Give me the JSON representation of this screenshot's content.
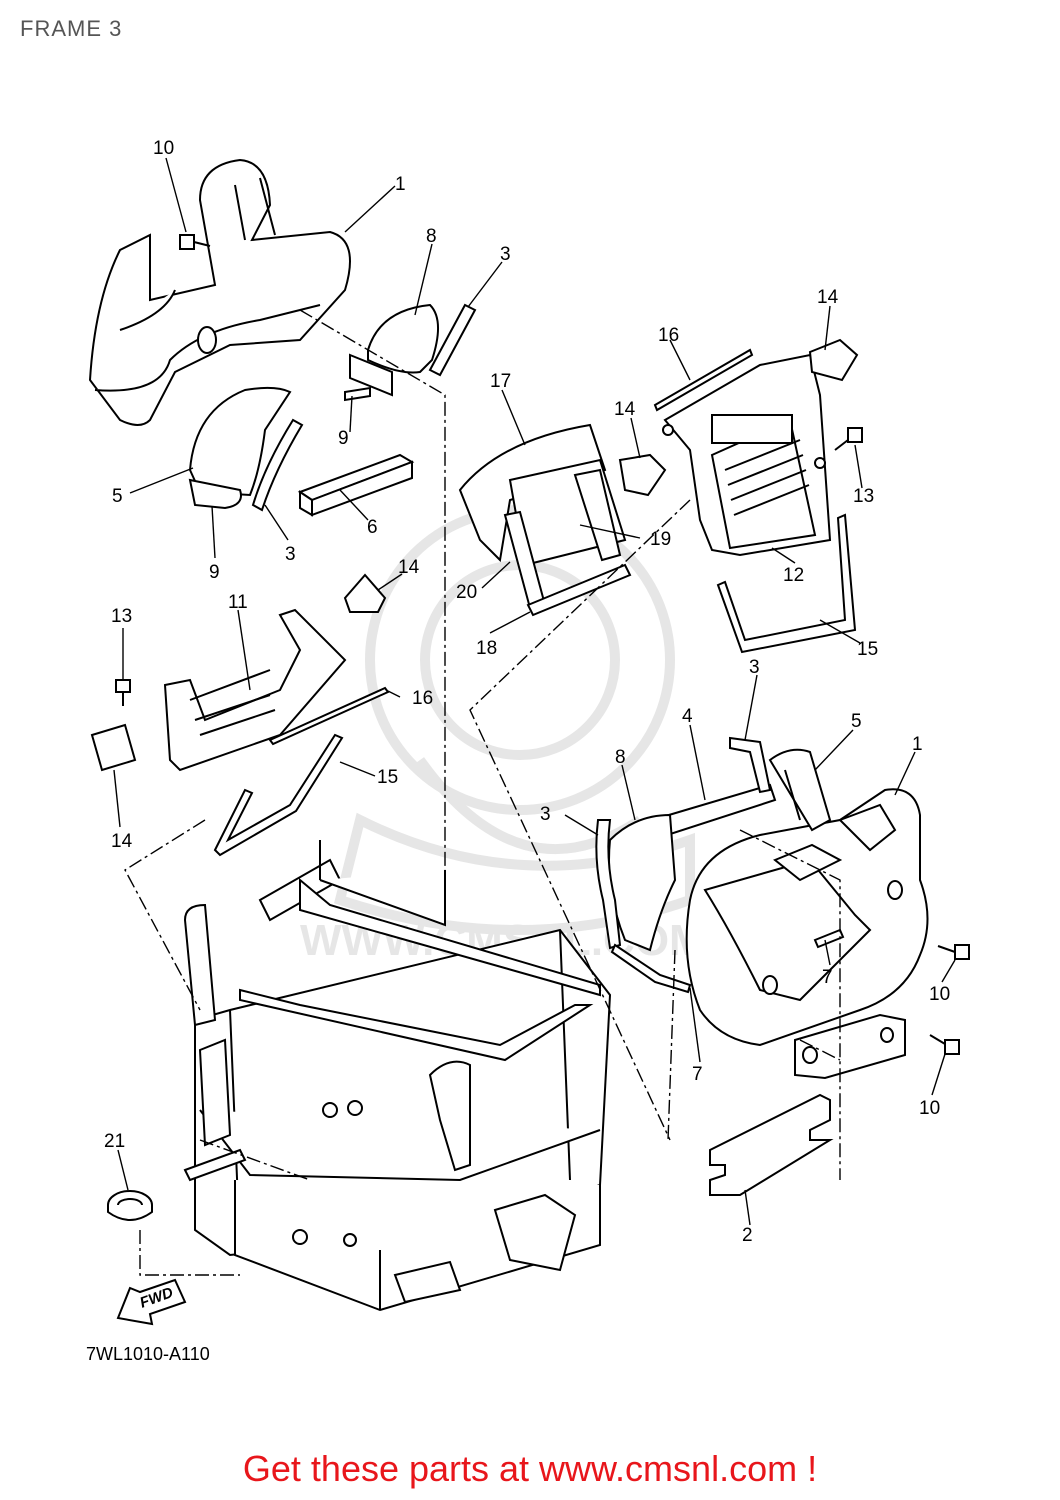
{
  "page": {
    "title": "FRAME 3",
    "drawing_code": "7WL1010-A110",
    "banner": "Get these parts at www.cmsnl.com !",
    "fwd_label": "FWD"
  },
  "watermark": {
    "text": "WWW.CMSNL.COM",
    "logo": "cms"
  },
  "callouts": {
    "c1a": "1",
    "c1b": "1",
    "c2": "2",
    "c3a": "3",
    "c3b": "3",
    "c3c": "3",
    "c3d": "3",
    "c4": "4",
    "c5a": "5",
    "c5b": "5",
    "c6": "6",
    "c7a": "7",
    "c7b": "7",
    "c8a": "8",
    "c8b": "8",
    "c9a": "9",
    "c9b": "9",
    "c10a": "10",
    "c10b": "10",
    "c10c": "10",
    "c11": "11",
    "c12": "12",
    "c13a": "13",
    "c13b": "13",
    "c14a": "14",
    "c14b": "14",
    "c14c": "14",
    "c14d": "14",
    "c15a": "15",
    "c15b": "15",
    "c16a": "16",
    "c16b": "16",
    "c17": "17",
    "c18": "18",
    "c19": "19",
    "c20": "20",
    "c21": "21"
  },
  "colors": {
    "banner": "#e8161b",
    "title": "#555555",
    "watermark": "#e6e6e6"
  }
}
